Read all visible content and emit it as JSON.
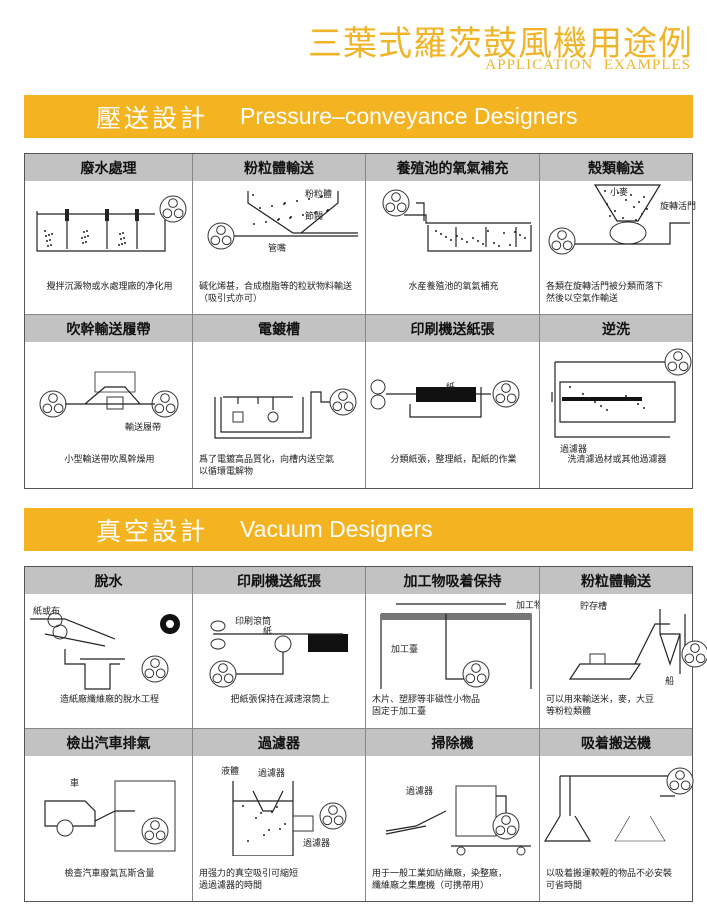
{
  "header": {
    "title_cn": "三葉式羅茨鼓風機用途例",
    "title_en": "APPLICATION EXAMPLES"
  },
  "colors": {
    "accent": "#f4b320",
    "header_gray": "#c2c2c2"
  },
  "sections": [
    {
      "title_cn": "壓送設計",
      "title_en": "Pressure–conveyance Designers",
      "cells": [
        {
          "title": "廢水處理",
          "labels": [],
          "caption": [
            "攪拌沉澱物或水處理廠的净化用"
          ]
        },
        {
          "title": "粉粒體輸送",
          "labels": [
            "粉粒體",
            "節閥",
            "管嘴"
          ],
          "caption": [
            "碱化烯甚，合成樹脂等的粒狀物料輸送",
            "（吸引式亦可）"
          ]
        },
        {
          "title": "養殖池的氧氣補充",
          "labels": [],
          "caption": [
            "水産養殖池的氧氣補充"
          ]
        },
        {
          "title": "殼類輸送",
          "labels": [
            "小麥",
            "旋轉活門"
          ],
          "caption": [
            "各類在旋轉活門被分類而落下",
            "然後以空氣作輸送"
          ]
        },
        {
          "title": "吹幹輸送履帶",
          "labels": [
            "輸送履帶"
          ],
          "caption": [
            "小型輸送帶吹風幹燥用"
          ]
        },
        {
          "title": "電鍍槽",
          "labels": [],
          "caption": [
            "爲了電鍍高品質化，向槽内送空氣",
            "以循環電解物"
          ]
        },
        {
          "title": "印刷機送紙張",
          "labels": [
            "紙"
          ],
          "caption": [
            "分類紙張，整理紙，配紙的作業"
          ]
        },
        {
          "title": "逆洗",
          "labels": [
            "過濾器"
          ],
          "caption": [
            "洗清濾過材或其他過濾器"
          ]
        }
      ]
    },
    {
      "title_cn": "真空設計",
      "title_en": "Vacuum Designers",
      "cells": [
        {
          "title": "脫水",
          "labels": [
            "紙或布"
          ],
          "caption": [
            "造紙廠纖維廠的脫水工程"
          ]
        },
        {
          "title": "印刷機送紙張",
          "labels": [
            "印刷滾筒",
            "紙"
          ],
          "caption": [
            "把紙張保持在減速滾筒上"
          ]
        },
        {
          "title": "加工物吸着保持",
          "labels": [
            "加工物",
            "加工臺"
          ],
          "caption": [
            "木片、塑膠等非磁性小物品",
            "固定于加工臺"
          ]
        },
        {
          "title": "粉粒體輸送",
          "labels": [
            "貯存槽",
            "船"
          ],
          "caption": [
            "可以用來輸送米，麥，大豆",
            "等粉粒類體"
          ]
        },
        {
          "title": "檢出汽車排氣",
          "labels": [
            "車"
          ],
          "caption": [
            "檢查汽車廢氣瓦斯含量"
          ]
        },
        {
          "title": "過濾器",
          "labels": [
            "液體",
            "過濾器",
            "過濾器"
          ],
          "caption": [
            "用强力的真空吸引可縮短",
            "過過濾器的時間"
          ]
        },
        {
          "title": "掃除機",
          "labels": [
            "過濾器"
          ],
          "caption": [
            "用于一般工業如紡織廠，染整廠，",
            "纖維廠之集塵機（可携帶用）"
          ]
        },
        {
          "title": "吸着搬送機",
          "labels": [],
          "caption": [
            "以吸着搬運較輕的物品不必安裝",
            "可省時間"
          ]
        }
      ]
    }
  ]
}
